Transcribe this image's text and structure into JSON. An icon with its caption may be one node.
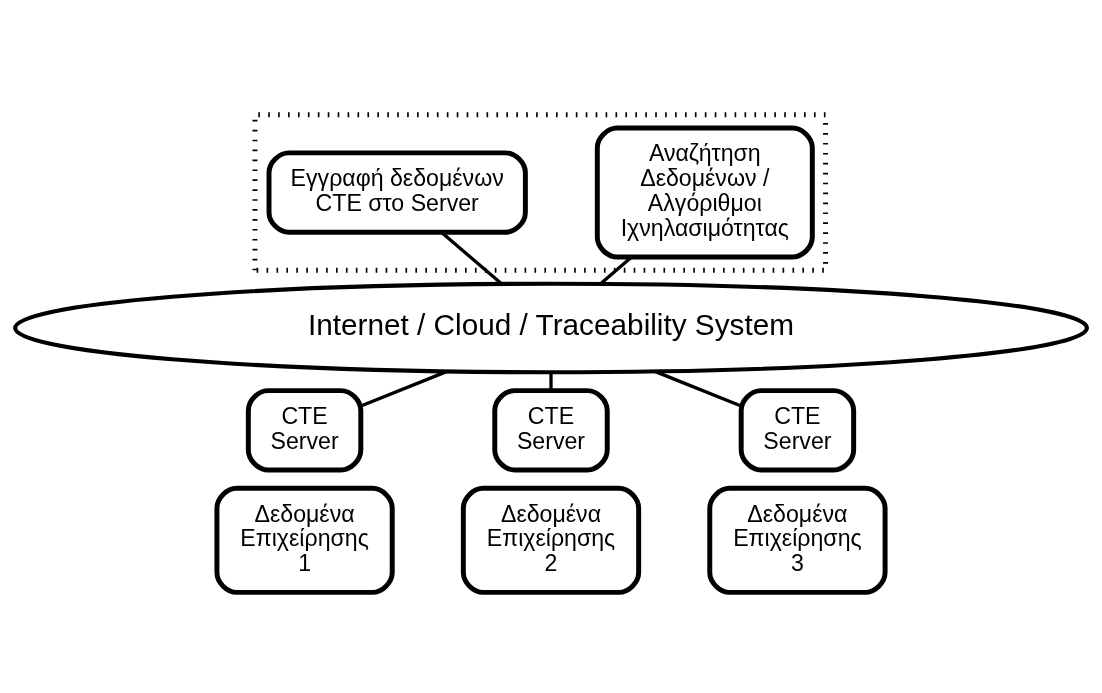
{
  "diagram": {
    "nodes": [
      {
        "text": [],
        "shape": "box"
      },
      {
        "text": [
          "Εγγραφή δεδομένων CTE στο Server"
        ],
        "in": 0
      },
      {
        "text": [
          "Αναζήτηση Δεδομένων / Αλγόριθμοι Ιχνηλασιμότητας"
        ],
        "in": 0
      },
      {
        "text": [
          "Internet / Cloud / Traceability System"
        ]
      },
      {
        "text": [
          "CTE Server"
        ]
      },
      {
        "text": [
          "CTE Server"
        ]
      },
      {
        "text": [
          "CTE Server"
        ]
      },
      {
        "text": [
          "Δεδομένα Επιχείρησης 1"
        ]
      },
      {
        "text": [
          "Δεδομένα Επιχείρησης 2"
        ]
      },
      {
        "text": [
          "Δεδομένα Επιχείρησης 3"
        ]
      }
    ],
    "edges": [
      {
        "from": 1,
        "to": 3,
        "arrow": "none"
      },
      {
        "from": 2,
        "to": 3,
        "arrow": "none"
      },
      {
        "from": 3,
        "to": 4,
        "arrow": "none"
      },
      {
        "from": 3,
        "to": 5,
        "arrow": "none"
      },
      {
        "from": 3,
        "to": 6,
        "arrow": "none"
      }
    ]
  }
}
